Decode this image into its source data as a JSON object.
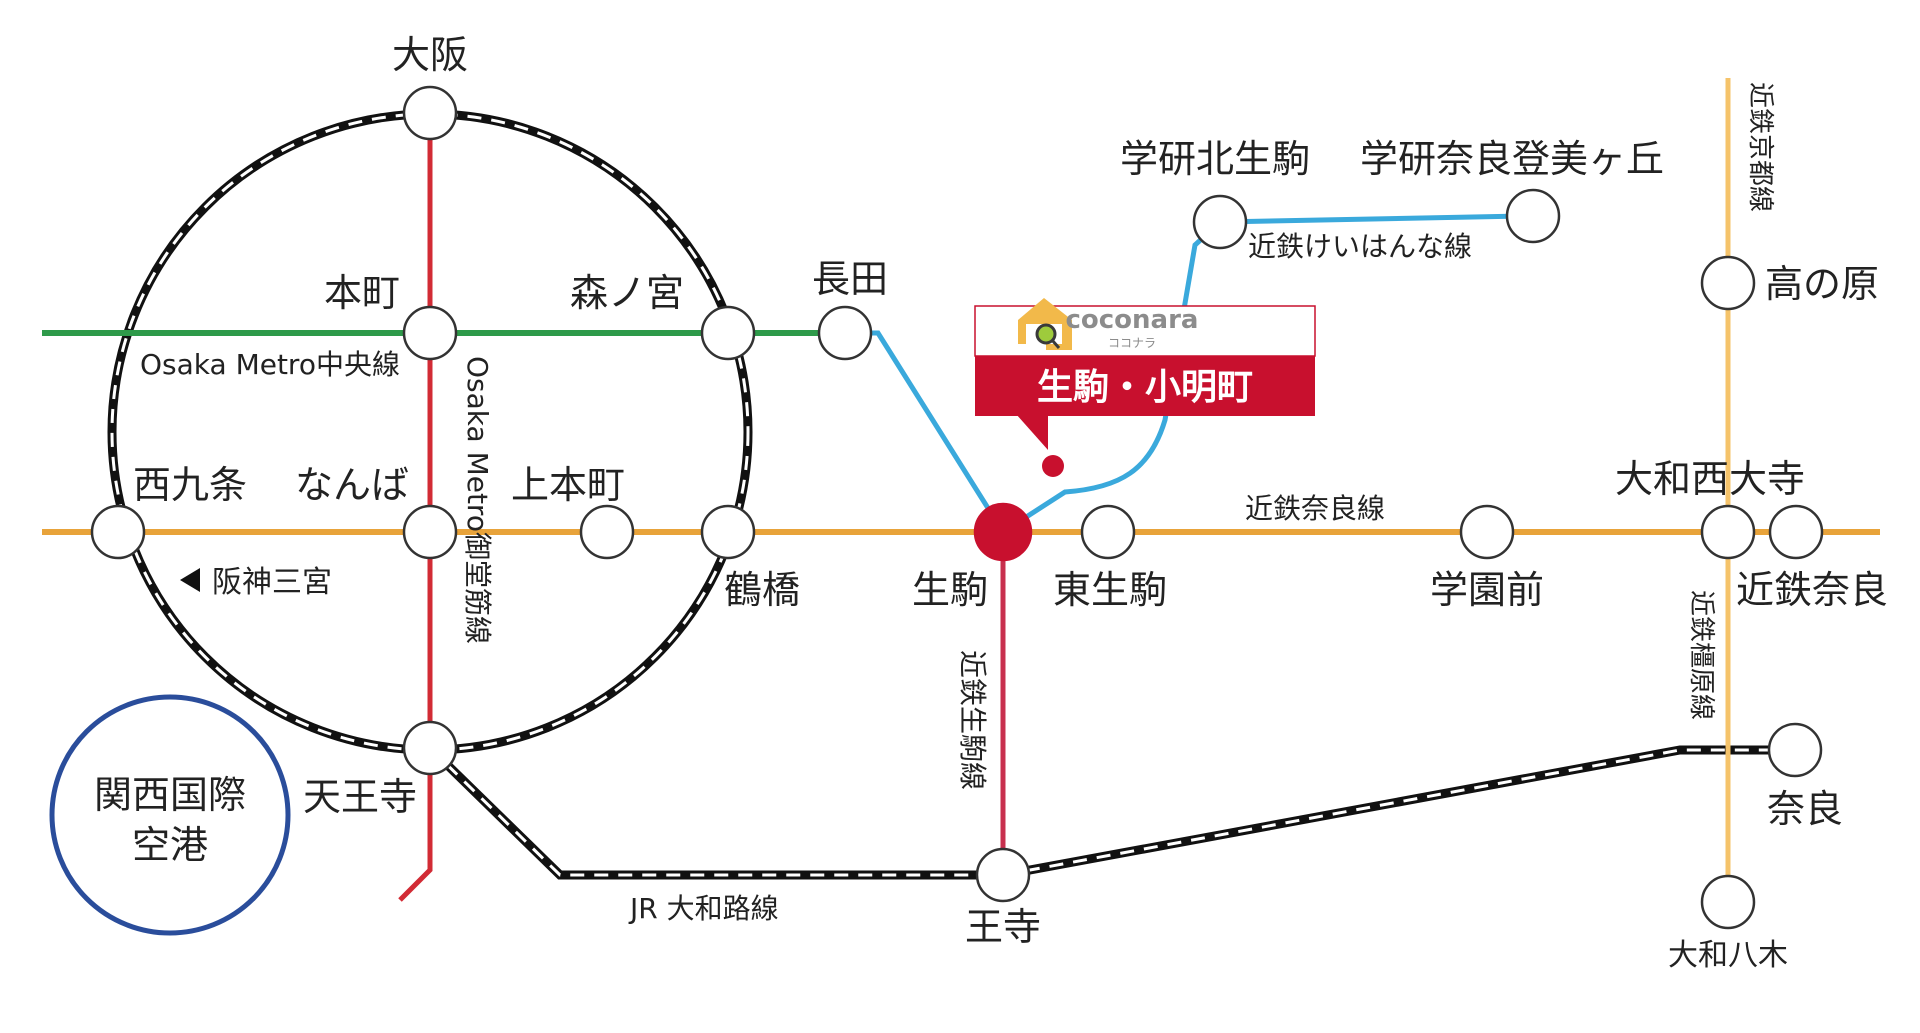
{
  "lines": {
    "chuo": {
      "label": "Osaka Metro中央線",
      "color": "#2e9a4a"
    },
    "midosuji": {
      "label": "Osaka Metro御堂筋線",
      "color": "#d22b35"
    },
    "nara_line": {
      "label": "近鉄奈良線",
      "color": "#e8a33a"
    },
    "keihanna": {
      "label": "近鉄けいはんな線",
      "color": "#3aa9dc"
    },
    "kyoto": {
      "label": "近鉄京都線",
      "color": "#f5c36a"
    },
    "kashihara": {
      "label": "近鉄橿原線",
      "color": "#f5c36a"
    },
    "ikoma_line": {
      "label": "近鉄生駒線",
      "color": "#c8304e"
    },
    "yamatoji": {
      "label": "JR 大和路線",
      "color": "#222222"
    },
    "hanshin": {
      "label": "阪神三宮"
    }
  },
  "stations": {
    "osaka": "大阪",
    "honmachi": "本町",
    "morinomiya": "森ノ宮",
    "nagata": "長田",
    "nishikujo": "西九条",
    "namba": "なんば",
    "uehommachi": "上本町",
    "tsuruhashi": "鶴橋",
    "tennoji": "天王寺",
    "ikoma": "生駒",
    "higashiikoma": "東生駒",
    "gakuenmae": "学園前",
    "yamatosaidaiji": "大和西大寺",
    "kintetsunara": "近鉄奈良",
    "gakkenkitaikoma": "学研北生駒",
    "gakkennaratomigaoka": "学研奈良登美ヶ丘",
    "takanohara": "高の原",
    "oji": "王寺",
    "nara": "奈良",
    "yamatoyagi": "大和八木"
  },
  "airport": {
    "label_line1": "関西国際",
    "label_line2": "空港",
    "color": "#2a4d9b"
  },
  "callout": {
    "brand": "coconara",
    "brand_kana": "ココナラ",
    "area": "生駒・小明町",
    "color": "#c8102e"
  }
}
